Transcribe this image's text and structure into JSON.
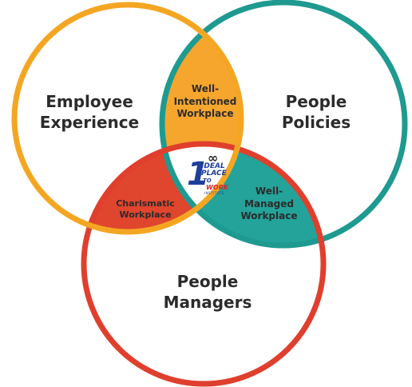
{
  "diagram": {
    "circles": {
      "employee_experience": {
        "line1": "Employee",
        "line2": "Experience",
        "color": "#f4a623"
      },
      "people_policies": {
        "line1": "People",
        "line2": "Policies",
        "color": "#1e9a90"
      },
      "people_managers": {
        "line1": "People",
        "line2": "Managers",
        "color": "#e03f2d"
      }
    },
    "overlaps": {
      "well_intentioned": {
        "line1": "Well-",
        "line2": "Intentioned",
        "line3": "Workplace",
        "color": "#f6a52d"
      },
      "charismatic": {
        "line1": "Charismatic",
        "line2": "Workplace",
        "color": "#e0452e"
      },
      "well_managed": {
        "line1": "Well-",
        "line2": "Managed",
        "line3": "Workplace",
        "color": "#23a39a"
      }
    },
    "logo": {
      "infinity": "∞",
      "number": "1",
      "line1": "IDEAL",
      "line2": "PLACE",
      "line3": "TO",
      "line4": "WORK",
      "line5": "INSTITUTE"
    }
  }
}
